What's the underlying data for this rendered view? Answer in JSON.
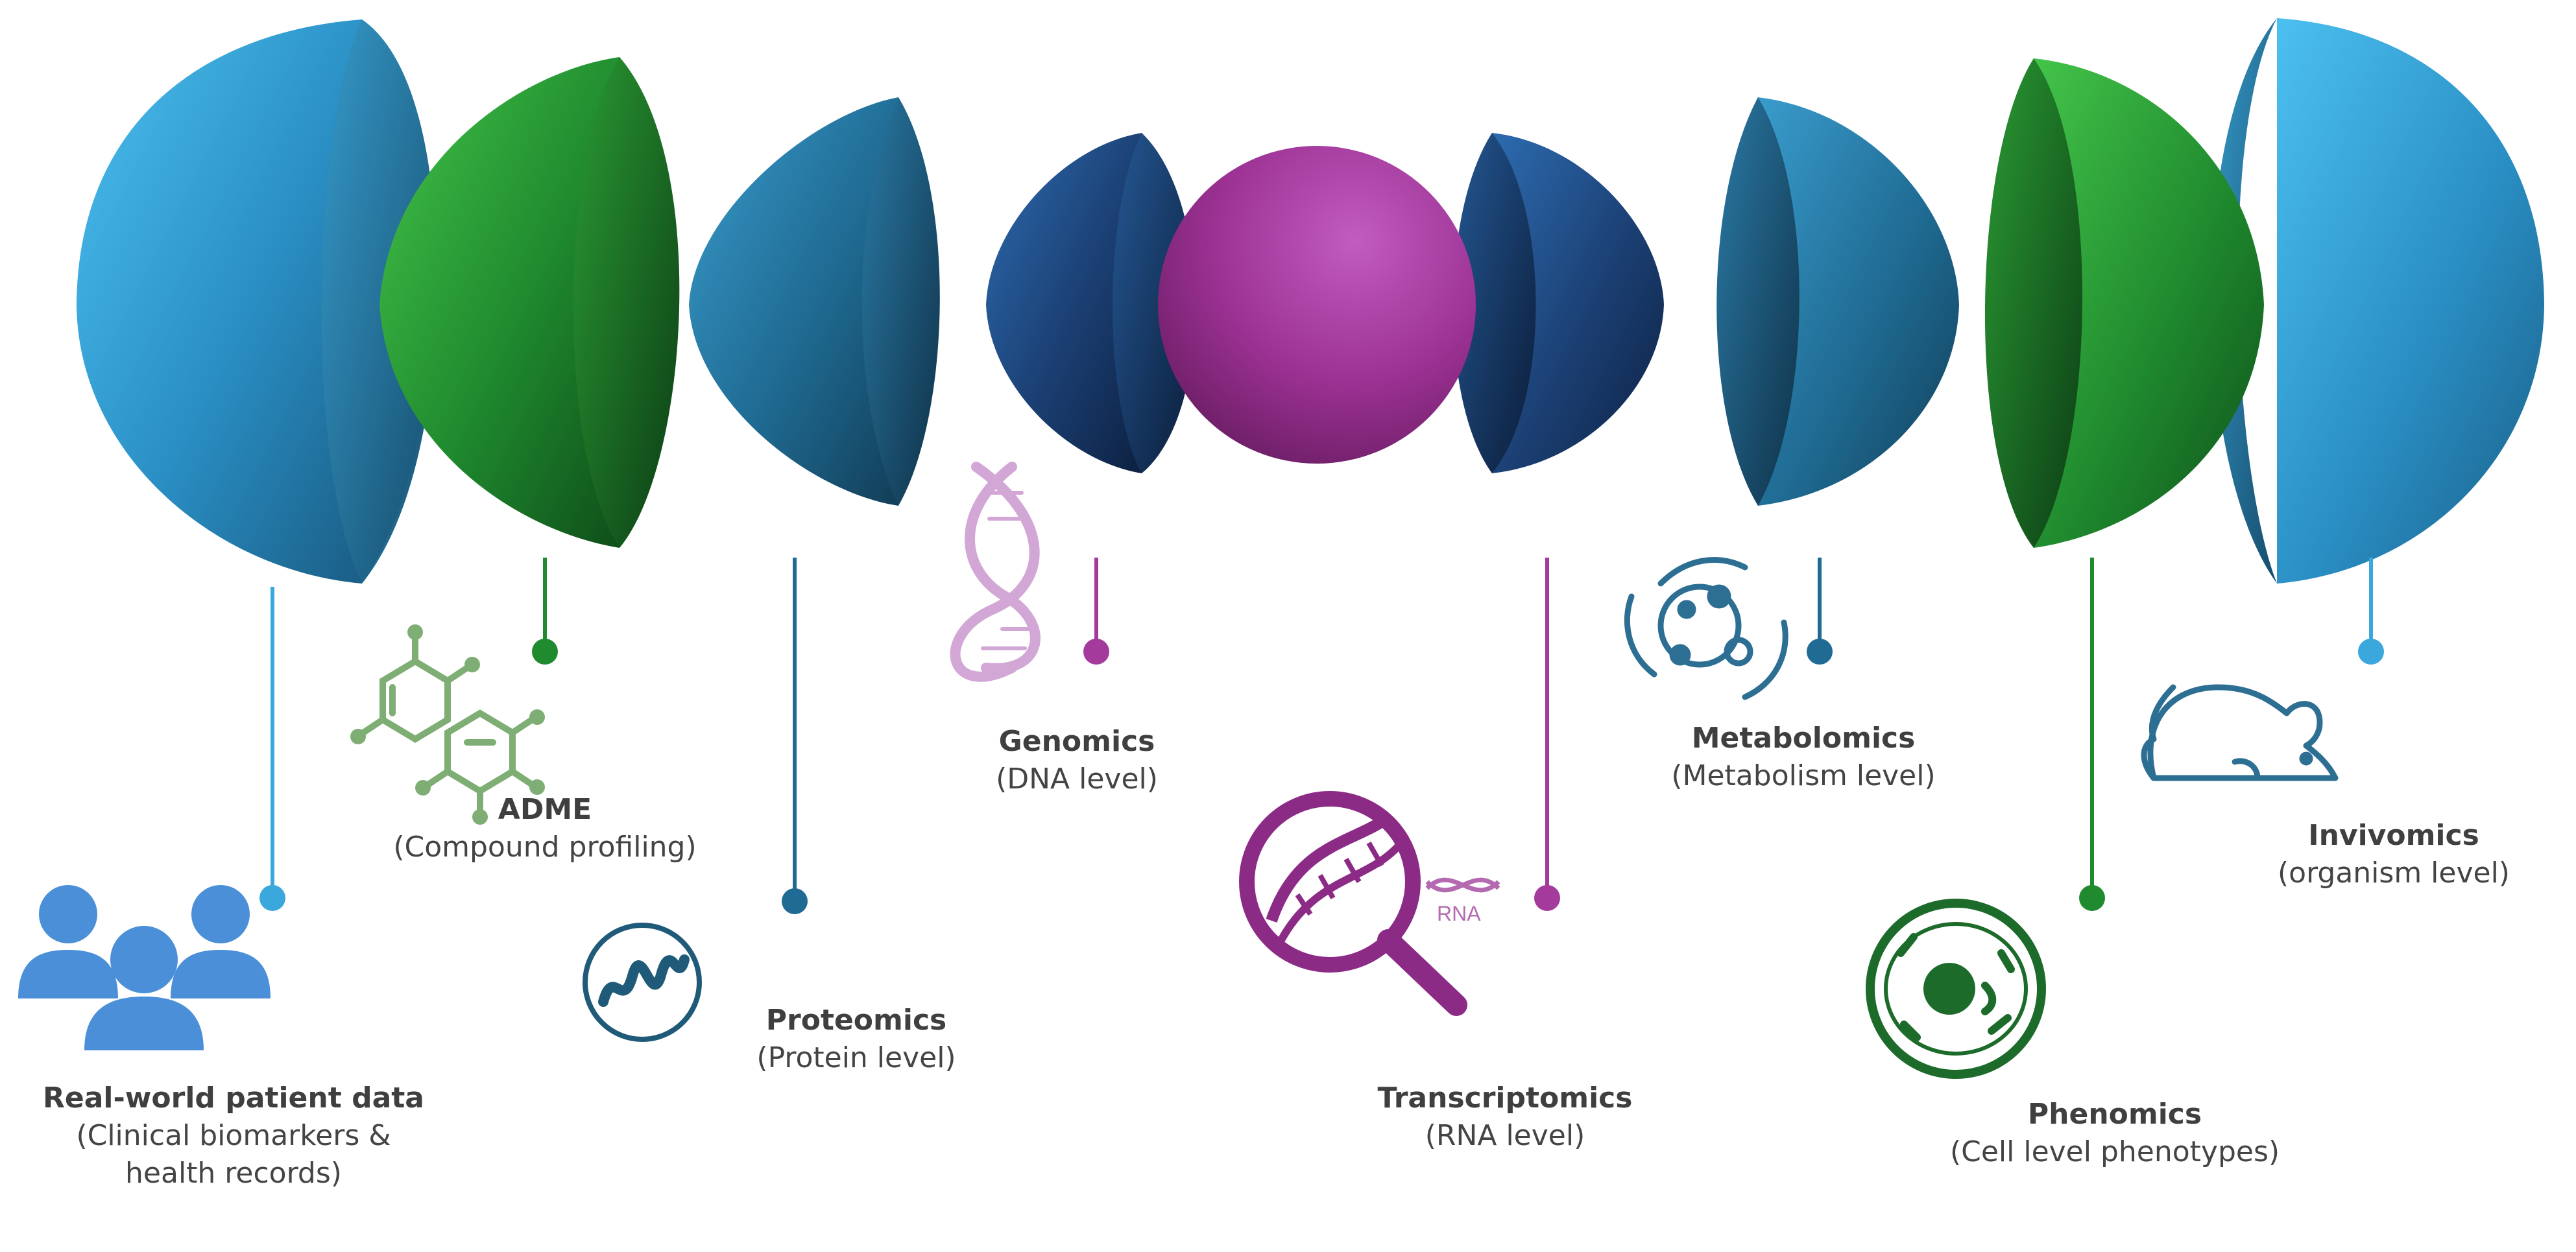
{
  "colors": {
    "light_blue": "#3aa7dd",
    "green": "#1f8a2e",
    "teal_blue": "#1f6b93",
    "navy": "#1b3f73",
    "purple": "#a33a9c"
  },
  "omics": [
    {
      "key": "rwd",
      "title": "Real-world patient data",
      "subtitle": "(Clinical biomarkers &",
      "subtitle2": "health records)",
      "icon": "people-group-icon",
      "color": "light_blue"
    },
    {
      "key": "adme",
      "title": "ADME",
      "subtitle": "(Compound profiling)",
      "icon": "molecule-structure-icon",
      "color": "green"
    },
    {
      "key": "proteomics",
      "title": "Proteomics",
      "subtitle": "(Protein level)",
      "icon": "protein-helix-icon",
      "color": "teal_blue"
    },
    {
      "key": "genomics",
      "title": "Genomics",
      "subtitle": "(DNA level)",
      "icon": "dna-helix-icon",
      "color": "purple"
    },
    {
      "key": "transcriptomics",
      "title": "Transcriptomics",
      "subtitle": "(RNA level)",
      "icon": "rna-magnifier-icon",
      "color": "purple",
      "icon_text": "RNA"
    },
    {
      "key": "metabolomics",
      "title": "Metabolomics",
      "subtitle": "(Metabolism level)",
      "icon": "metabolism-cycle-icon",
      "color": "teal_blue"
    },
    {
      "key": "phenomics",
      "title": "Phenomics",
      "subtitle": "(Cell level phenotypes)",
      "icon": "cell-icon",
      "color": "green"
    },
    {
      "key": "invivomics",
      "title": "Invivomics",
      "subtitle": "(organism level)",
      "icon": "mouse-icon",
      "color": "light_blue"
    }
  ]
}
